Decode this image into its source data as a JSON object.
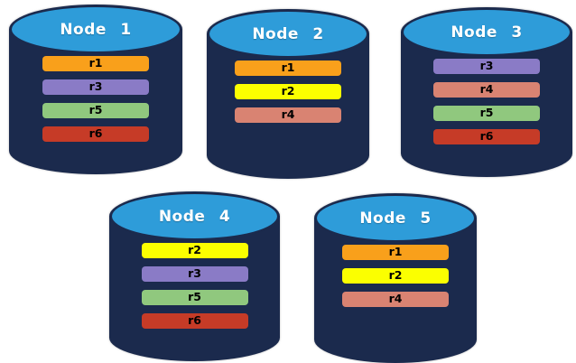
{
  "diagram": {
    "colors": {
      "background": "#FFFFFF",
      "cylinder_body": "#1B2A4D",
      "cylinder_top": "#2E9CD9",
      "node_label_text": "#FFFFFF",
      "replica_label_text": "#000000"
    },
    "replica_colors": {
      "r1": "#F9A01B",
      "r2": "#FBFF00",
      "r3": "#8A7BC6",
      "r4": "#D98372",
      "r5": "#90C87E",
      "r6": "#C63B27"
    },
    "nodes": [
      {
        "label": "Node 1",
        "replicas": [
          "r1",
          "r3",
          "r5",
          "r6"
        ]
      },
      {
        "label": "Node 2",
        "replicas": [
          "r1",
          "r2",
          "r4"
        ]
      },
      {
        "label": "Node 3",
        "replicas": [
          "r3",
          "r4",
          "r5",
          "r6"
        ]
      },
      {
        "label": "Node 4",
        "replicas": [
          "r2",
          "r3",
          "r5",
          "r6"
        ]
      },
      {
        "label": "Node 5",
        "replicas": [
          "r1",
          "r2",
          "r4"
        ]
      }
    ]
  }
}
